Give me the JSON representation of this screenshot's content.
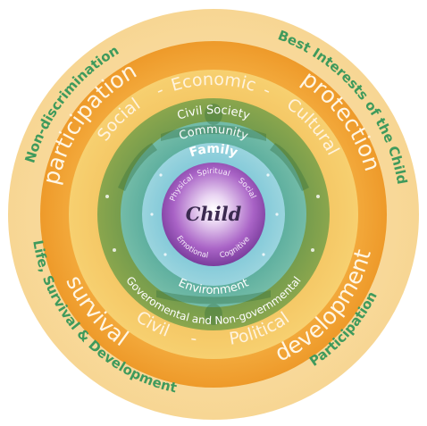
{
  "rings": {
    "principles": {
      "nondiscrimination": "Non-discrimination",
      "best_interests": "Best Interests of the Child",
      "life_survival": "Life, Survival & Development",
      "participation": "Participation"
    },
    "rights": {
      "participation": "participation",
      "protection": "protection",
      "survival": "survival",
      "development": "development"
    },
    "sectors_top": {
      "social": "Social",
      "dash1": "-",
      "economic": "Economic",
      "dash2": "-",
      "cultural": "Cultural"
    },
    "sectors_bottom": {
      "civil": "Civil",
      "dash": "-",
      "political": "Political"
    },
    "layers": {
      "civil_society": "Civil Society",
      "community": "Community",
      "family": "Family",
      "environment": "Environment",
      "governmental": "Goveromental and Non-governmental"
    },
    "child": {
      "center": "Child",
      "physical": "Physical",
      "spiritual": "Spiritual",
      "social": "Social",
      "emotional": "Emotional",
      "cognitive": "Cognitive"
    }
  },
  "colors": {
    "outer_ring": "#fbe3b0",
    "outer_text": "#3f9a5c",
    "orange_ring": "#f1a53a",
    "yellow_ring": "#f7c45a",
    "green_ring": "#6f9a55",
    "teal_ring": "#5fb2a2",
    "blue_ring": "#7ec6d6",
    "center_purple": "#a15cc1"
  }
}
